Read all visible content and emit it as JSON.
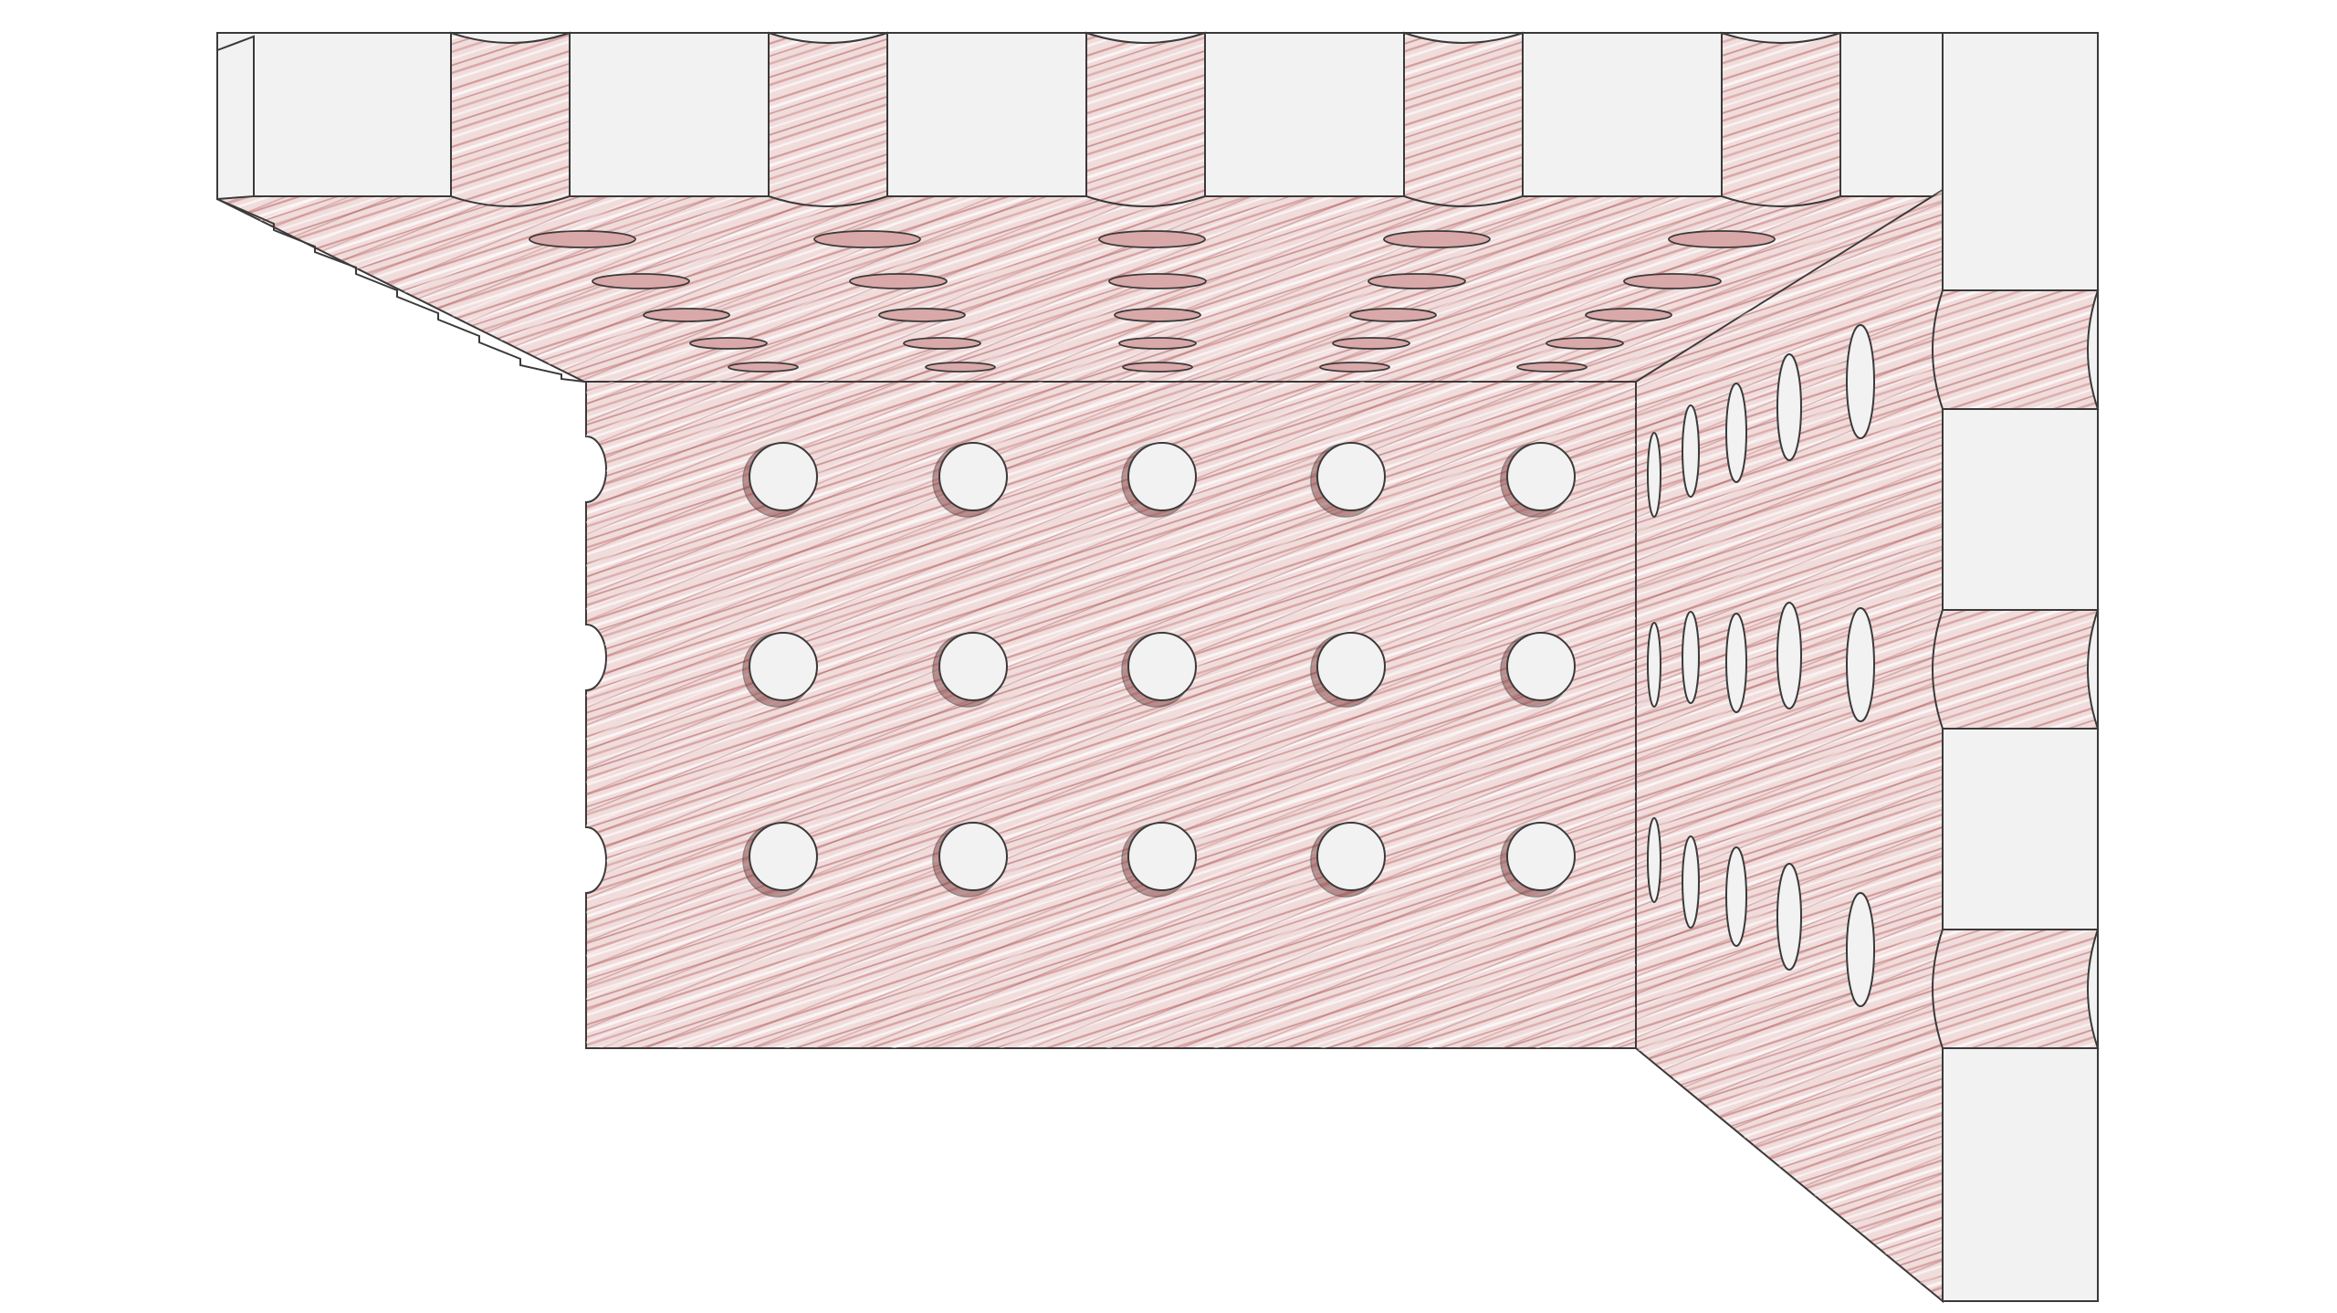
{
  "figure": {
    "title": "",
    "description_visible_text": ""
  },
  "colors": {
    "background": "#ffffff",
    "hatch_base": "#f1dcdc",
    "hatch_stroke": "#b05a5a",
    "hatch_light": "#ffffff",
    "face_light": "#f2f2f2",
    "outline": "#3a3a3a"
  },
  "model": {
    "front_hole_grid": {
      "rows": 3,
      "cols": 5
    },
    "side_hole_grid": {
      "rows": 3,
      "cols": 5
    },
    "top_hole_grid": {
      "rows": 5,
      "cols": 5
    }
  }
}
